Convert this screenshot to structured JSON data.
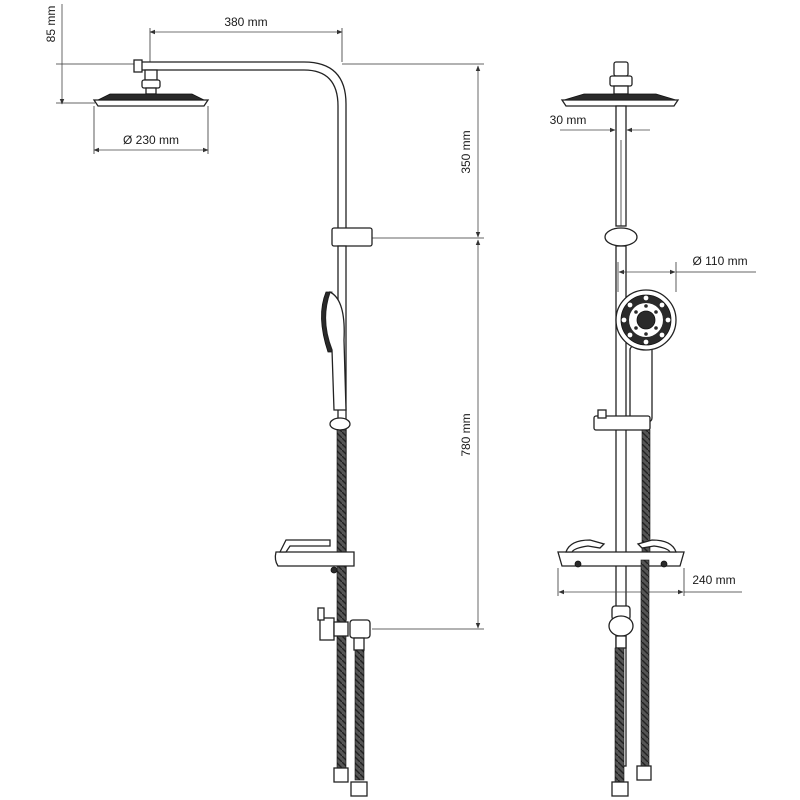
{
  "dimensions": {
    "arm_length": "380 mm",
    "head_height": "85 mm",
    "head_diameter": "Ø 230 mm",
    "upper_height": "350 mm",
    "rail_height": "780 mm",
    "pipe_diameter": "30 mm",
    "hand_shower_diameter": "Ø 110 mm",
    "shelf_width": "240 mm"
  }
}
